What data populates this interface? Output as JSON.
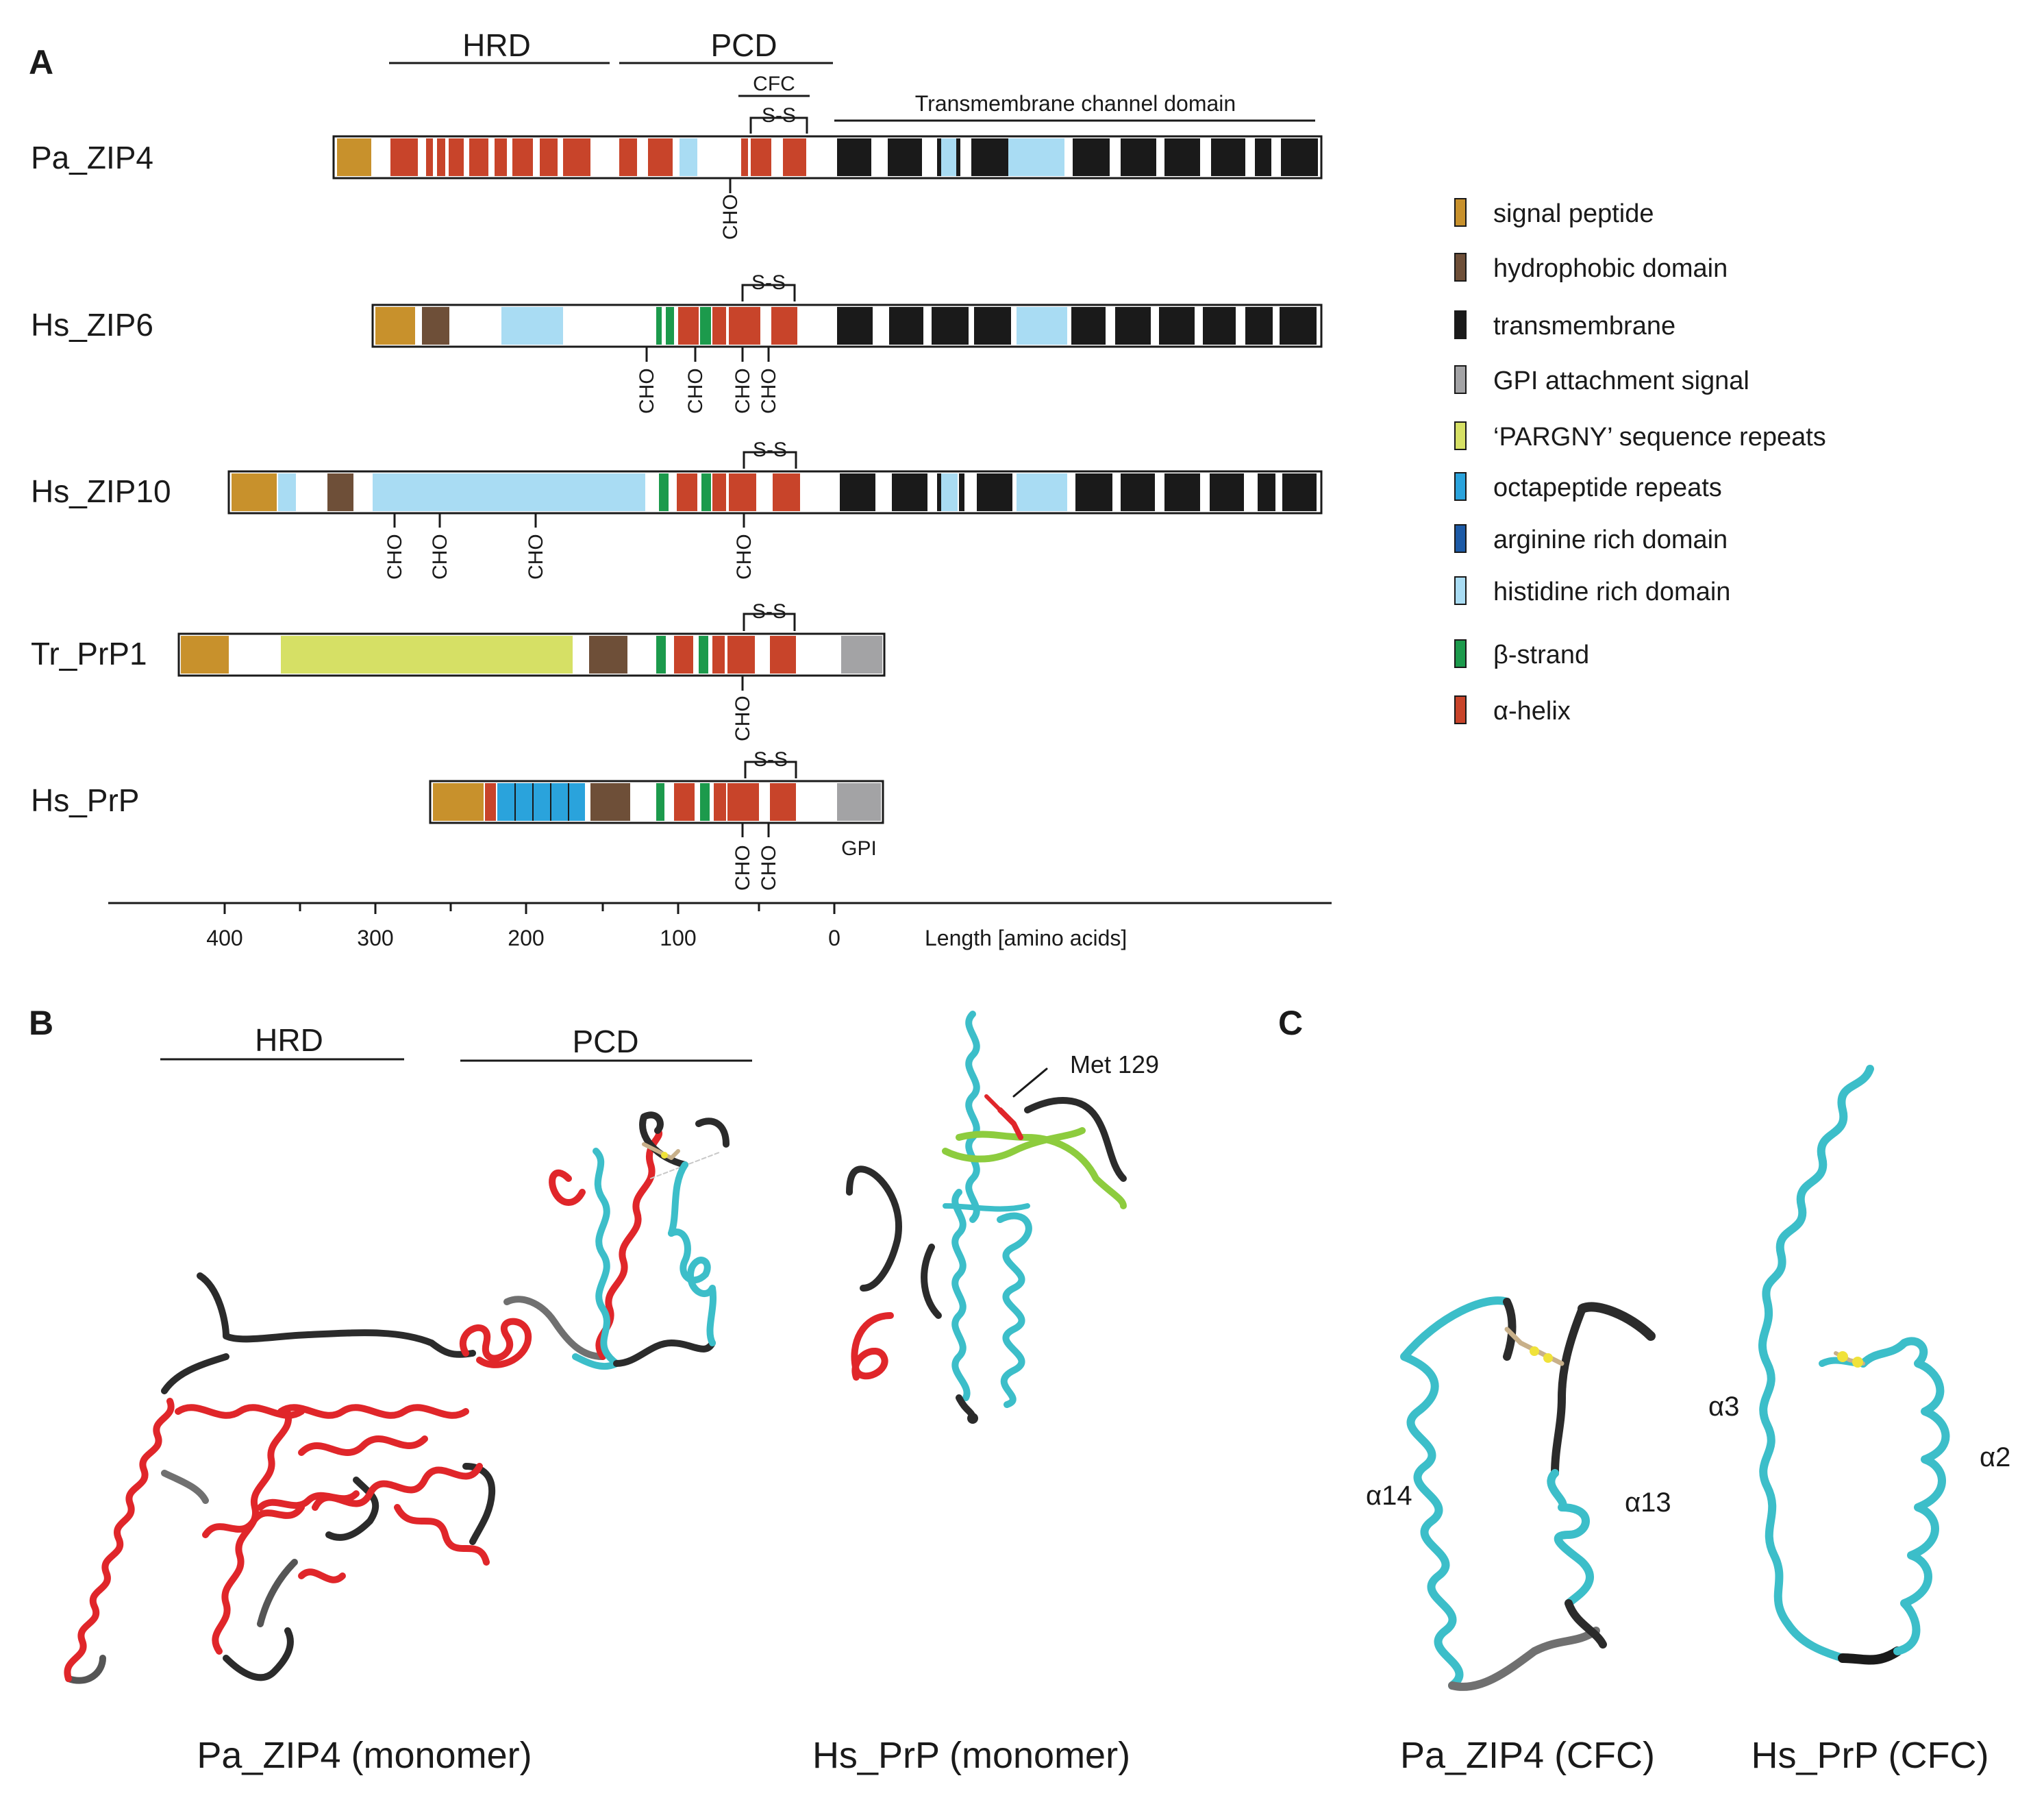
{
  "panels": {
    "a": "A",
    "b": "B",
    "c": "C"
  },
  "domain_headers": {
    "hrd": "HRD",
    "pcd": "PCD",
    "cfc": "CFC",
    "ss": "S-S",
    "tm_channel": "Transmembrane channel domain"
  },
  "proteins": [
    {
      "name": "Pa_ZIP4",
      "glycosylation": [
        "CHO"
      ],
      "disulfide": "S-S"
    },
    {
      "name": "Hs_ZIP6",
      "glycosylation": [
        "CHO",
        "CHO",
        "CHO",
        "CHO"
      ],
      "disulfide": "S-S"
    },
    {
      "name": "Hs_ZIP10",
      "glycosylation": [
        "CHO",
        "CHO",
        "CHO",
        "CHO"
      ],
      "disulfide": "S-S"
    },
    {
      "name": "Tr_PrP1",
      "glycosylation": [
        "CHO"
      ],
      "disulfide": "S-S"
    },
    {
      "name": "Hs_PrP",
      "glycosylation": [
        "CHO",
        "CHO"
      ],
      "disulfide": "S-S",
      "gpi": "GPI"
    }
  ],
  "legend": [
    {
      "label": "signal peptide",
      "color": "#c8912c"
    },
    {
      "label": "hydrophobic domain",
      "color": "#6e4f38"
    },
    {
      "label": "transmembrane",
      "color": "#1a1a1a"
    },
    {
      "label": "GPI attachment signal",
      "color": "#a3a3a5"
    },
    {
      "label": "‘PARGNY’ sequence repeats",
      "color": "#d6e065"
    },
    {
      "label": "octapeptide repeats",
      "color": "#2aa3dc"
    },
    {
      "label": "arginine rich domain",
      "color": "#1c5aa6"
    },
    {
      "label": "histidine rich domain",
      "color": "#a9dcf3"
    },
    {
      "label": "β-strand",
      "color": "#1c9a4c"
    },
    {
      "label": "α-helix",
      "color": "#c8442a"
    }
  ],
  "axis": {
    "ticks": [
      "400",
      "300",
      "200",
      "100",
      "0"
    ],
    "label": "Length [amino acids]"
  },
  "panel_b": {
    "hrd": "HRD",
    "pcd": "PCD",
    "met": "Met 129",
    "caption_left": "Pa_ZIP4 (monomer)",
    "caption_right": "Hs_PrP (monomer)"
  },
  "panel_c": {
    "a14": "α14",
    "a13": "α13",
    "a3": "α3",
    "a2": "α2",
    "caption_left": "Pa_ZIP4 (CFC)",
    "caption_right": "Hs_PrP (CFC)"
  },
  "structure_colors": {
    "hrd_helix": "#e0262a",
    "pcd_helix": "#3cbec9",
    "loop": "#2b2b2b",
    "loop_grey": "#707070",
    "strand": "#8dcc3e",
    "disulfide": "#f0e23a",
    "cys": "#c8b08a"
  }
}
